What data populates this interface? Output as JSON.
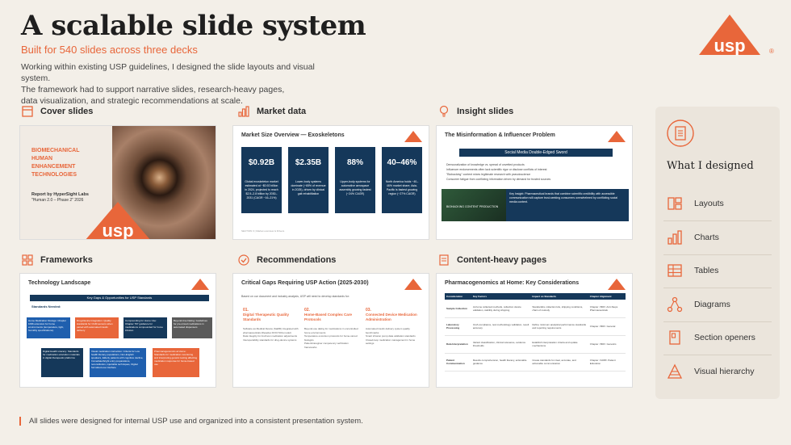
{
  "header": {
    "title": "A scalable slide system",
    "subtitle": "Built for 540 slides across three decks",
    "intro": [
      "Working within existing USP guidelines, I designed the slide layouts and visual system.",
      "The framework had to support narrative slides, research-heavy pages,",
      "data visualization, and strategic recommendations at scale."
    ]
  },
  "logo": {
    "text": "usp",
    "registered": "®",
    "color": "#e8663a"
  },
  "sections": {
    "cover": {
      "label": "Cover slides",
      "icon": "page-layout-icon"
    },
    "market": {
      "label": "Market data",
      "icon": "bar-chart-icon"
    },
    "insight": {
      "label": "Insight slides",
      "icon": "lightbulb-icon"
    },
    "frameworks": {
      "label": "Frameworks",
      "icon": "grid-layout-icon"
    },
    "recommendations": {
      "label": "Recommendations",
      "icon": "check-circle-icon"
    },
    "heavy": {
      "label": "Content-heavy pages",
      "icon": "document-icon"
    }
  },
  "cover_card": {
    "title_lines": [
      "BIOMECHANICAL",
      "HUMAN",
      "ENHANCEMENT",
      "TECHNOLOGIES"
    ],
    "report_by": "Report by HyperSight Labs",
    "report_sub": "\"Human 2.0 – Phase 2\" 2026",
    "logo_text": "usp"
  },
  "market_card": {
    "title": "Market Size Overview — Exoskeletons",
    "stats": [
      {
        "value": "$0.92B",
        "desc": "Global exoskeleton market estimated at ~$0.92 billion in 2024, projected to reach $2.5–2.8 billion by 2030–2031 (CAGR ~16–21%)"
      },
      {
        "value": "$2.35B",
        "desc": "Lower-body systems dominate (~65% of revenue in 2025), driven by clinical gait rehabilitation"
      },
      {
        "value": "88%",
        "desc": "Upper-body systems for automotive aerospace assembly growing fastest (~24% CAGR)"
      },
      {
        "value": "40–46%",
        "desc": "North America holds ~40–46% market share; Asia-Pacific is fastest growing region (~27% CAGR)"
      }
    ],
    "foot": "SECTION 3 | Market overview & Drivers"
  },
  "insight_card": {
    "title": "The Misinformation & Influencer Problem",
    "bar": "Social Media Double-Edged Sword",
    "bullets": [
      "Democratization of knowledge vs. spread of unvetted products",
      "Influencer endorsements often lack scientific rigor or disclose conflicts of interest",
      "\"Biohacking\" content mixes legitimate research with pseudoscience",
      "Consumer fatigue from conflicting information driven by demand for trusted sources"
    ],
    "image_caption": "BIOHACKING CONTENT PRODUCTION",
    "insight": "Key Insight: Pharmaceutical brands that combine scientific credibility with accessible communication will capture trust-seeking consumers overwhelmed by conflicting social media content."
  },
  "frame_card": {
    "title": "Technology Landscape",
    "bar": "Key Gaps & Opportunities for USP Standards",
    "needed": "Standards Needed:",
    "boxes": [
      {
        "text": "Home Medication Storage: Chapter 1096 extension for home environments (temperature, light, humidity specifications).",
        "color": "#1f5fae"
      },
      {
        "text": "Drug-Device Integration: Quality standards for CGM sensors when paired with automated insulin delivery",
        "color": "#e8663a"
      },
      {
        "text": "Compounding for Home Use: Chapter 797 guidance for medications compounded for home infusion",
        "color": "#15385a"
      },
      {
        "text": "Beyond-Use Dating: Guidelines for pre-mixed medications in automated dispensers",
        "color": "#5a5a5a"
      },
      {
        "text": "Digital Health Literacy: Standards for medication education materials in digital therapeutic platforms",
        "color": "#15385a"
      },
      {
        "text": "Visual medication instruction: Criteria for Low health literacy populations, Non-English speakers, Elderly patients with cognitive decline, Immediate/bright entry preparations, reconstitution, injectable techniques, Digital formatted-use interface",
        "color": "#1f5fae"
      },
      {
        "text": "Pharmacogenomics at Home: Standards for medication monitoring and interpreting genetic testing affecting medication response for home-based use",
        "color": "#e8663a"
      }
    ]
  },
  "rec_card": {
    "title": "Critical Gaps Requiring USP Action (2025-2030)",
    "intro": "Based on our document and industry analysis, USP will need to develop standards for:",
    "columns": [
      {
        "num": "01.",
        "title": "Digital Therapeutic Quality Standards",
        "items": [
          "Software as Medical Device (SaMD) integrated with pharmaceuticals (Reseltex DOC7104-model)",
          "Data integrity for AI-driven medication adjustments",
          "Interoperability standards for drug-device systems"
        ]
      },
      {
        "num": "02.",
        "title": "Home-Based Complex Care Protocols",
        "items": [
          "Beyond-use dating for medications in uncontrolled home environments",
          "Temperature excursion protocols for home-stored biologics",
          "Patient/caregiver competency verification frameworks"
        ]
      },
      {
        "num": "03.",
        "title": "Connected Device Medication Administration",
        "items": [
          "Automated insulin delivery system quality benchmarks",
          "Smart infusion pump data validation standards",
          "Closed-loop medication management in home settings"
        ]
      }
    ]
  },
  "heavy_card": {
    "title": "Pharmacogenomics at Home: Key Considerations",
    "columns": [
      "Consideration",
      "Key Factors",
      "Impact on Standards",
      "Chapter Alignment"
    ],
    "rows": [
      [
        "Sample Collection",
        "At-home collected methods, collection device validation, stability during shipping",
        "Standardize collection kits, shipping conditions, chain of custody",
        "Chapter <800> Anti-Steps Pharmaceuticals"
      ],
      [
        "Laboratory Processing",
        "CLIA compliance, test methodology validation, result accuracy",
        "Define minimum analytical performance standards and reporting requirements",
        "Chapter <800> General"
      ],
      [
        "Data Interpretation",
        "Variant classification, clinical relevance, evidence thresholds",
        "Establish interpretation criteria and update mechanisms",
        "Chapter <800> Genetics"
      ],
      [
        "Patient Communication",
        "Results comprehension, health literacy, actionable guidance",
        "Create standards for clear, accurate, and actionable communication",
        "Chapter <1008> Patient Education"
      ]
    ]
  },
  "sidebar": {
    "heading": "What I designed",
    "items": [
      {
        "label": "Layouts",
        "icon": "layout-icon"
      },
      {
        "label": "Charts",
        "icon": "chart-icon"
      },
      {
        "label": "Tables",
        "icon": "table-icon"
      },
      {
        "label": "Diagrams",
        "icon": "diagram-icon"
      },
      {
        "label": "Section openers",
        "icon": "section-opener-icon"
      },
      {
        "label": "Visual hierarchy",
        "icon": "hierarchy-icon"
      }
    ]
  },
  "footer": "All slides were designed for internal USP use and organized into a consistent presentation system."
}
